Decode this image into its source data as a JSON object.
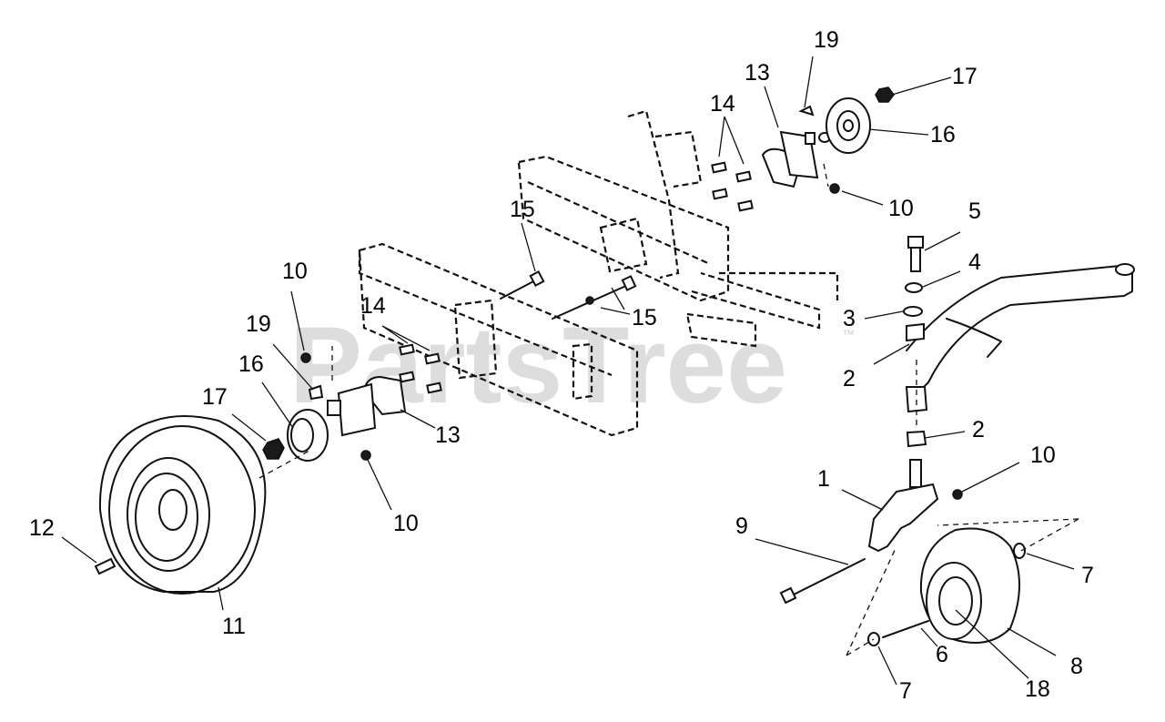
{
  "watermark": {
    "text": "PartsTree",
    "mark": "™"
  },
  "callouts": [
    "1",
    "2",
    "2",
    "3",
    "4",
    "5",
    "6",
    "7",
    "7",
    "8",
    "9",
    "10",
    "10",
    "10",
    "10",
    "11",
    "12",
    "13",
    "13",
    "14",
    "14",
    "15",
    "15",
    "16",
    "16",
    "17",
    "17",
    "18",
    "19",
    "19"
  ]
}
